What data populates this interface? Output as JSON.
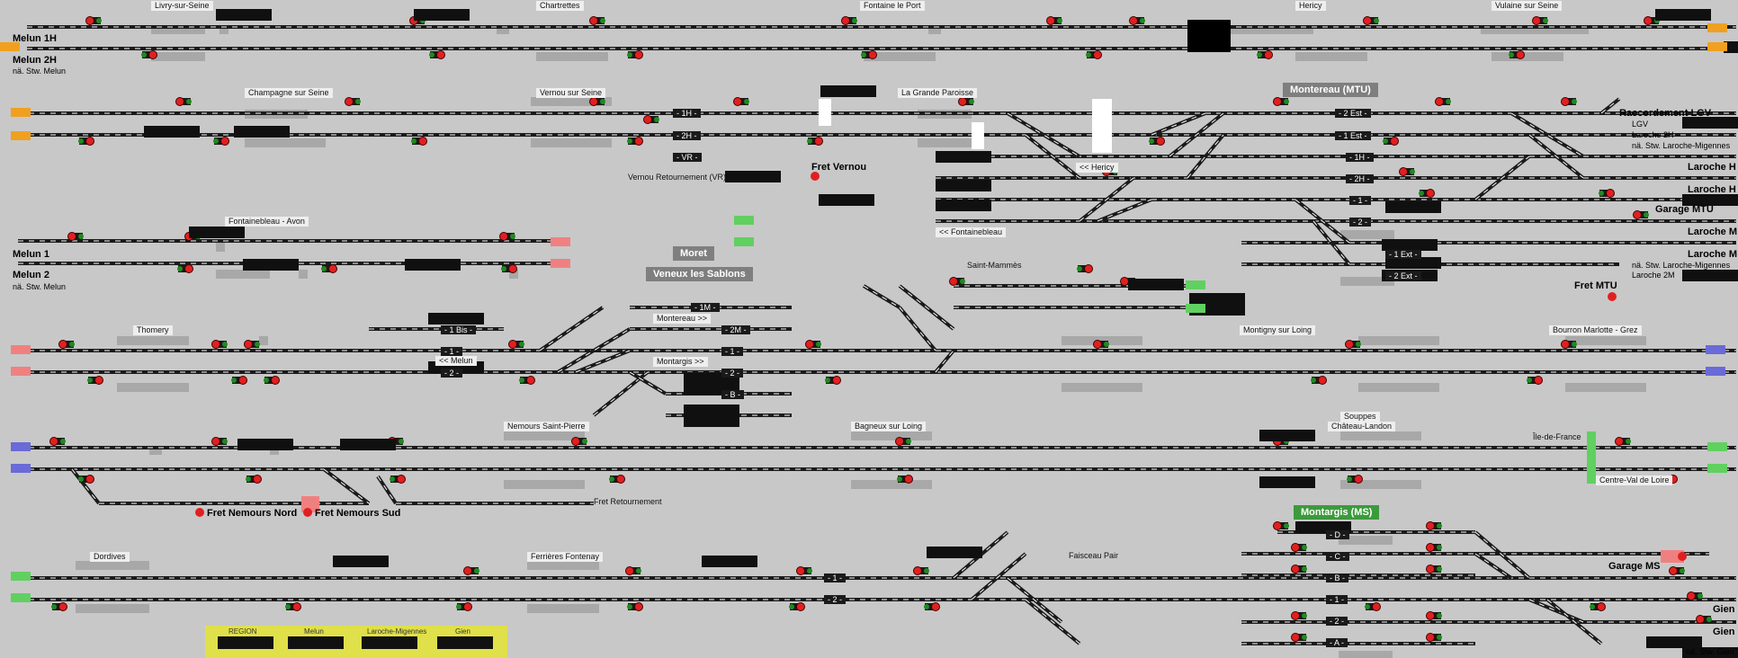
{
  "colors": {
    "background": "#c8c8c8",
    "track": "#1a1a1a",
    "signal_red": "#e02020",
    "signal_green": "#1f8a1f",
    "boundary_orange": "#f0a020",
    "boundary_blue": "#6a6ad8",
    "boundary_green": "#60d060",
    "boundary_pink": "#f08080",
    "legend_yellow": "#e0e04a"
  },
  "stations": {
    "livry": "Livry-sur-Seine",
    "chartrettes": "Chartrettes",
    "fontaine": "Fontaine le Port",
    "hericy": "Hericy",
    "vulaine": "Vulaine sur Seine",
    "champagne": "Champagne sur Seine",
    "vernou": "Vernou sur Seine",
    "grande_paroisse": "La Grande Paroisse",
    "fontainebleau": "Fontainebleau - Avon",
    "thomery": "Thomery",
    "saint_mammes": "Saint-Mammès",
    "montigny": "Montigny sur Loing",
    "bourron": "Bourron Marlotte - Grez",
    "nemours": "Nemours Saint-Pierre",
    "bagneux": "Bagneux sur Loing",
    "souppes1": "Souppes",
    "souppes2": "Château-Landon",
    "dordives": "Dordives",
    "ferrieres": "Ferrières Fontenay"
  },
  "left_labels": {
    "melun_1h": "Melun 1H",
    "melun_2h": "Melun 2H",
    "na_melun_1": "nä. Stw. Melun",
    "melun_1": "Melun 1",
    "melun_2": "Melun 2",
    "na_melun_2": "nä. Stw. Melun"
  },
  "right_labels": {
    "raccordement": "Raccordement LGV",
    "lgv": "LGV",
    "laroche_2h": "Laroche 2H",
    "na_laroche_1": "nä. Stw. Laroche-Migennes",
    "laroche_h1": "Laroche H",
    "laroche_h2": "Laroche H",
    "garage_mtu": "Garage MTU",
    "laroche_m1": "Laroche M",
    "laroche_m2": "Laroche M",
    "na_laroche_2": "nä. Stw. Laroche-Migennes",
    "laroche_2m": "Laroche 2M",
    "gien1": "Gien",
    "gien2": "Gien",
    "na_gien": "nä. Stw. Gien"
  },
  "headers": {
    "montereau": "Montereau (MTU)",
    "moret": "Moret",
    "veneux": "Veneux les Sablons",
    "montargis": "Montargis (MS)"
  },
  "places": {
    "fret_vernou": "Fret Vernou",
    "vernou_ret": "Vernou Retournement (VR)",
    "fret_mtu": "Fret MTU",
    "fret_nemours_nord": "Fret Nemours Nord",
    "fret_nemours_sud": "Fret Nemours Sud",
    "fret_ret": "Fret Retournement",
    "garage_ms": "Garage MS",
    "faisceau": "Faisceau Pair",
    "ile_de_france": "Île-de-France",
    "centre_val": "Centre-Val de Loire"
  },
  "directions": {
    "hericy": "<< Hericy",
    "fontainebleau": "<< Fontainebleau",
    "melun": "<< Melun",
    "montereau": "Montereau >>",
    "montargis": "Montargis >>"
  },
  "tracks": {
    "vernou_1h": "- 1H -",
    "vernou_2h": "- 2H -",
    "vernou_vr": "- VR -",
    "mtu_2est": "- 2 Est -",
    "mtu_1est": "- 1 Est -",
    "mtu_1h": "- 1H -",
    "mtu_2h": "- 2H -",
    "mtu_1": "- 1 -",
    "mtu_2": "- 2 -",
    "mtu_1ext": "- 1 Ext -",
    "mtu_2ext": "- 2 Ext -",
    "moret_1m": "- 1M -",
    "moret_2m": "- 2M -",
    "moret_1": "- 1 -",
    "moret_2": "- 2 -",
    "moret_b": "- B -",
    "thom_1bis": "- 1 Bis -",
    "thom_1": "- 1 -",
    "thom_2": "- 2 -",
    "ms_d": "- D -",
    "ms_c": "- C -",
    "ms_b": "- B -",
    "ms_1": "- 1 -",
    "ms_2": "- 2 -",
    "ms_a": "- A -",
    "ms_d2": "- 1 -",
    "ms_e": "- 2 -"
  },
  "legend": {
    "region": "REGION",
    "melun": "Melun",
    "laroche": "Laroche-Migennes",
    "gien": "Gien"
  }
}
